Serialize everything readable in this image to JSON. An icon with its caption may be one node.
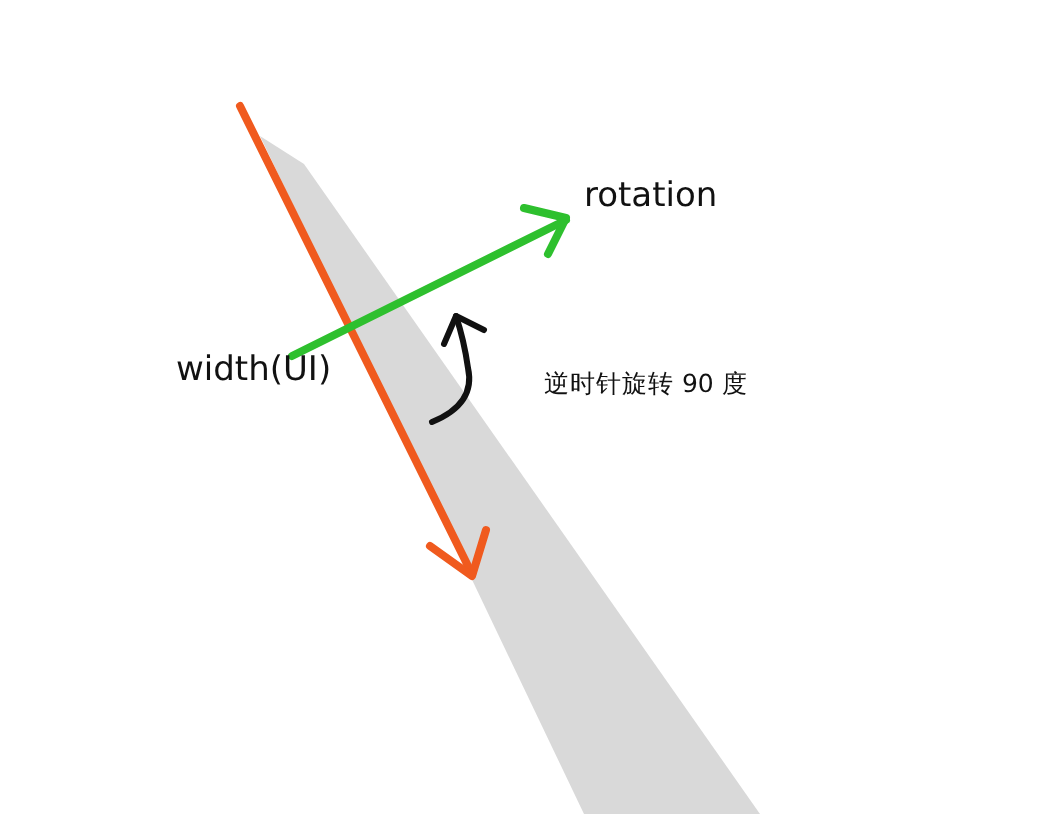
{
  "diagram": {
    "labels": [
      "rotation",
      "width(UI)",
      "逆时针旋转 90 度"
    ]
  }
}
